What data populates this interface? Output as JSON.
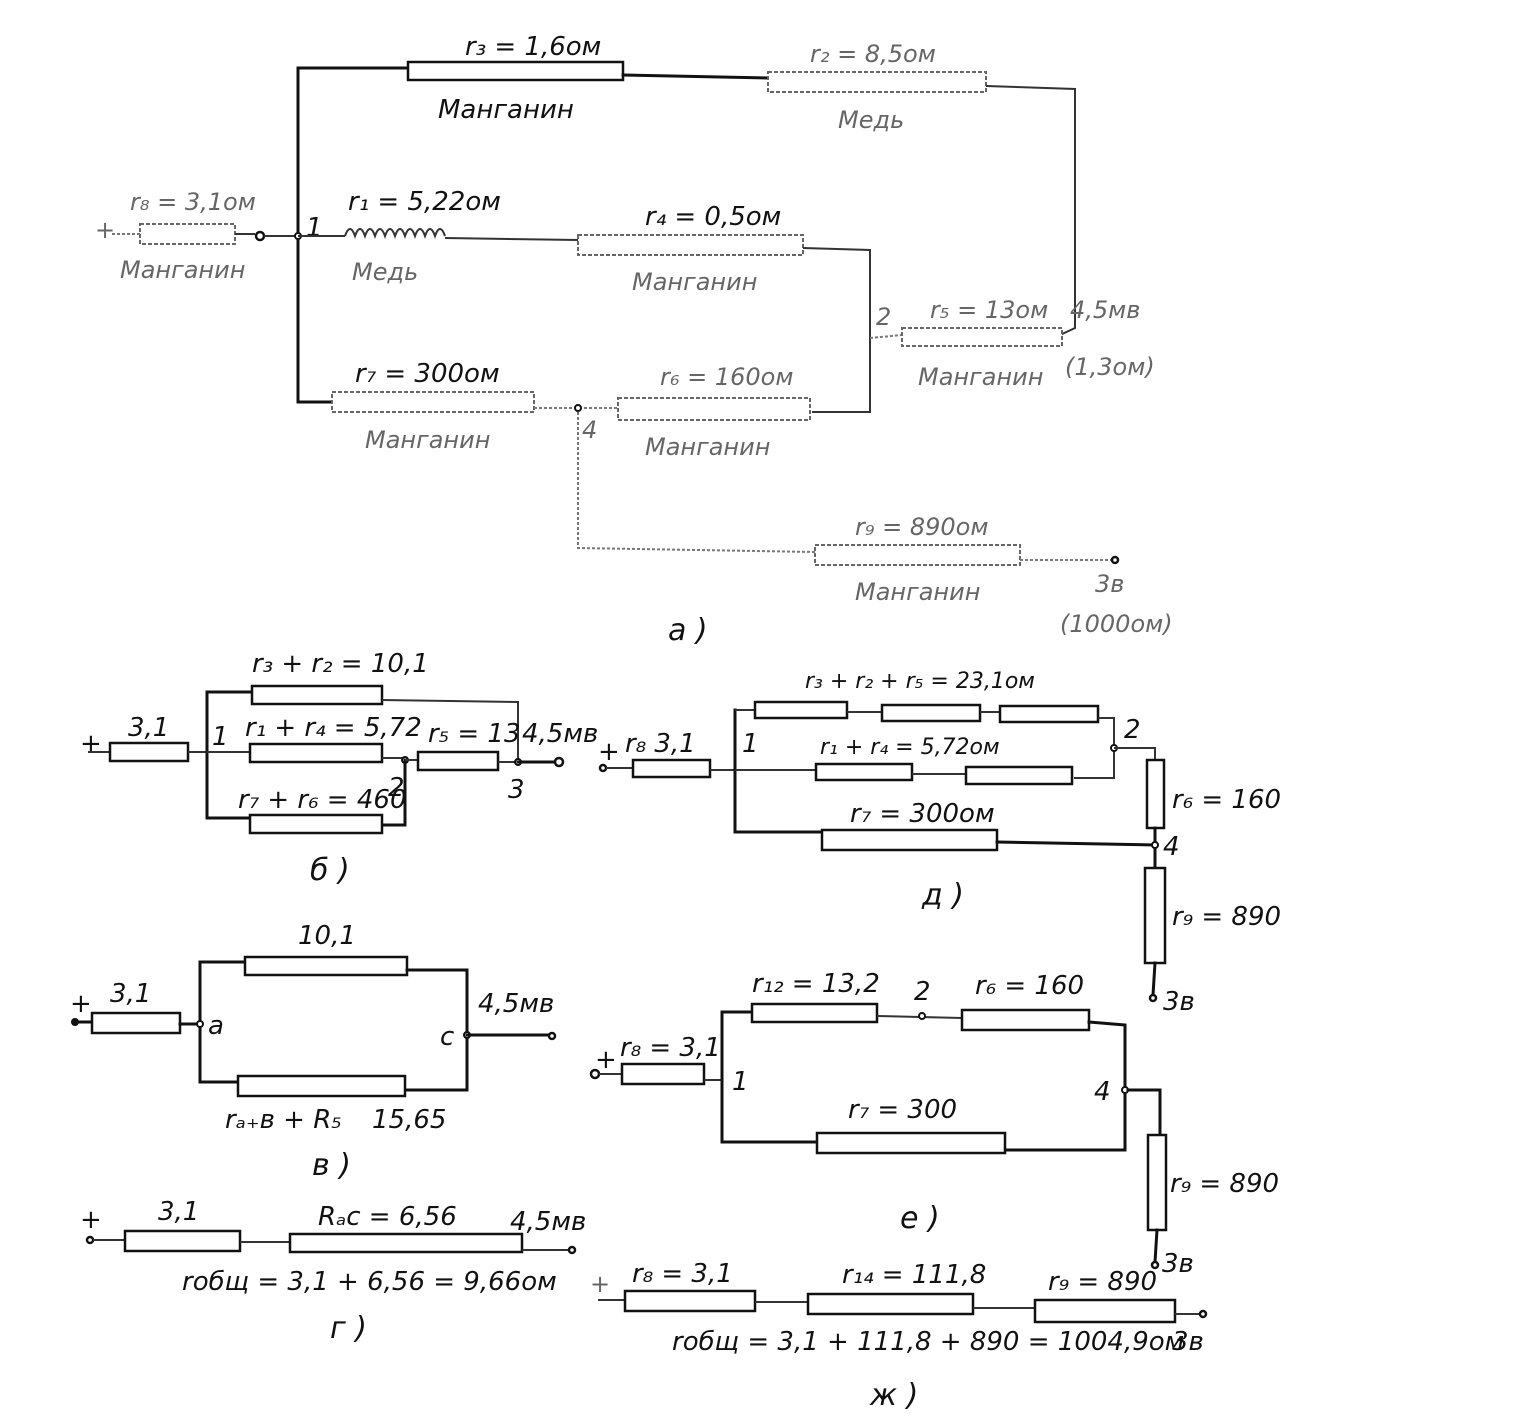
{
  "diagram": {
    "subject": "Bridge / divider resistor network simplification",
    "panel_a": {
      "caption": "а )",
      "plus_sign": "+",
      "r8": {
        "label": "r₈ = 3,1ом",
        "material": "Манганин"
      },
      "r1": {
        "label": "r₁ = 5,22ом",
        "material": "Медь"
      },
      "r3": {
        "label": "r₃ = 1,6ом",
        "material": "Манганин"
      },
      "r2": {
        "label": "r₂ = 8,5ом",
        "material": "Медь"
      },
      "r4": {
        "label": "r₄ = 0,5ом",
        "material": "Манганин"
      },
      "r5": {
        "label": "r₅ = 13ом",
        "material": "Манганин"
      },
      "r5_note": "4,5мв",
      "r5_note2": "(1,3ом)",
      "r7": {
        "label": "r₇ = 300ом",
        "material": "Манганин"
      },
      "r6": {
        "label": "r₆ = 160ом",
        "material": "Манганин"
      },
      "r9": {
        "label": "r₉ = 890ом",
        "material": "Манганин"
      },
      "terminal_voltage": "3в",
      "terminal_note": "(1000ом)",
      "nodes": [
        "1",
        "2",
        "4"
      ]
    },
    "panel_b": {
      "caption": "б )",
      "plus_sign": "+",
      "r_in": "3,1",
      "top": "r₃ + r₂ = 10,1",
      "mid": "r₁ + r₄ = 5,72",
      "bot": "r₇ + r₆ = 460",
      "r5": "r₅ = 13",
      "out": "4,5мв",
      "nodes": [
        "1",
        "2",
        "3"
      ]
    },
    "panel_v": {
      "caption": "в )",
      "plus_sign": "+",
      "r_in": "3,1",
      "top": "10,1",
      "bot_label": "rₐ₊в + R₅",
      "bot_value": "15,65",
      "out": "4,5мв",
      "nodes": [
        "a",
        "c"
      ]
    },
    "panel_g": {
      "caption": "г )",
      "plus_sign": "+",
      "r_in": "3,1",
      "r_ac": "Rₐc = 6,56",
      "out": "4,5мв",
      "formula": "rобщ = 3,1 + 6,56 = 9,66ом"
    },
    "panel_d": {
      "caption": "д )",
      "plus_sign": "+",
      "r8": "r₈  3,1",
      "top": "r₃ + r₂ + r₅ = 23,1ом",
      "mid": "r₁ + r₄ = 5,72ом",
      "r7": "r₇ = 300ом",
      "r6": "r₆ = 160",
      "r9": "r₉ = 890",
      "out": "3в",
      "nodes": [
        "1",
        "2",
        "4"
      ]
    },
    "panel_e": {
      "caption": "е )",
      "plus_sign": "+",
      "r8": "r₈ = 3,1",
      "r12": "r₁₂ = 13,2",
      "r6": "r₆ = 160",
      "r7": "r₇ = 300",
      "r9": "r₉ = 890",
      "out": "3в",
      "nodes": [
        "1",
        "2",
        "4"
      ]
    },
    "panel_zh": {
      "caption": "ж )",
      "plus_sign": "+",
      "r8": "r₈ = 3,1",
      "r14": "r₁₄ = 111,8",
      "r9": "r₉ = 890",
      "out": "3в",
      "formula": "rобщ = 3,1 + 111,8 + 890 = 1004,9ом"
    }
  }
}
